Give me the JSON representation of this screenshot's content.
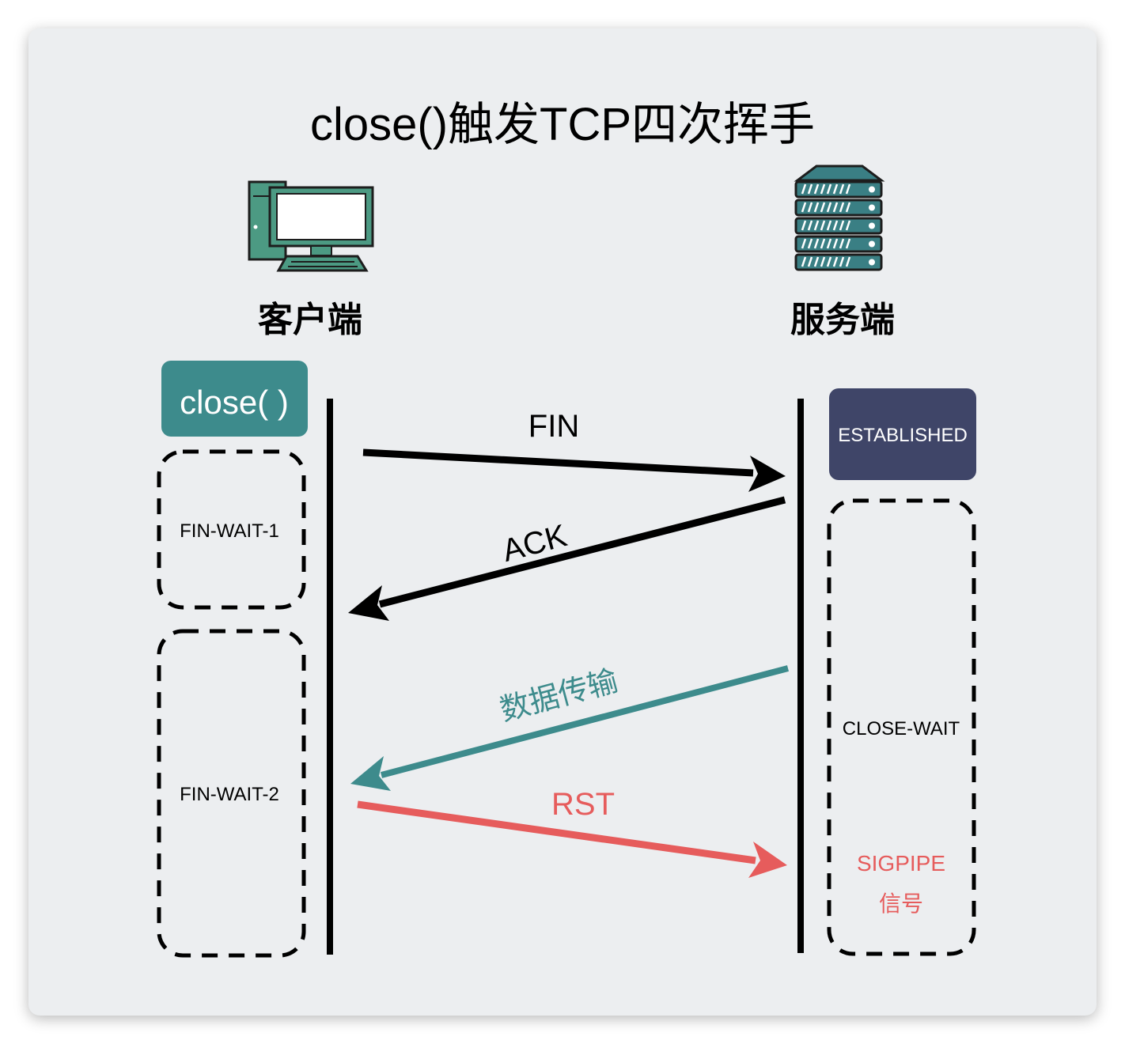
{
  "title": "close()触发TCP四次挥手",
  "client": {
    "label": "客户端",
    "icon": "desktop-computer-icon",
    "close_button": "close( )",
    "states": [
      "FIN-WAIT-1",
      "FIN-WAIT-2"
    ]
  },
  "server": {
    "label": "服务端",
    "icon": "server-rack-icon",
    "established": "ESTABLISHED",
    "state": "CLOSE-WAIT",
    "signal_line1": "SIGPIPE",
    "signal_line2": "信号"
  },
  "messages": {
    "fin": "FIN",
    "ack": "ACK",
    "data": "数据传输",
    "rst": "RST"
  },
  "colors": {
    "teal": "#3d8b8c",
    "navy": "#3f4568",
    "red": "#e65c5c",
    "icon_green": "#4c9a83",
    "server_teal": "#3a7f84"
  }
}
